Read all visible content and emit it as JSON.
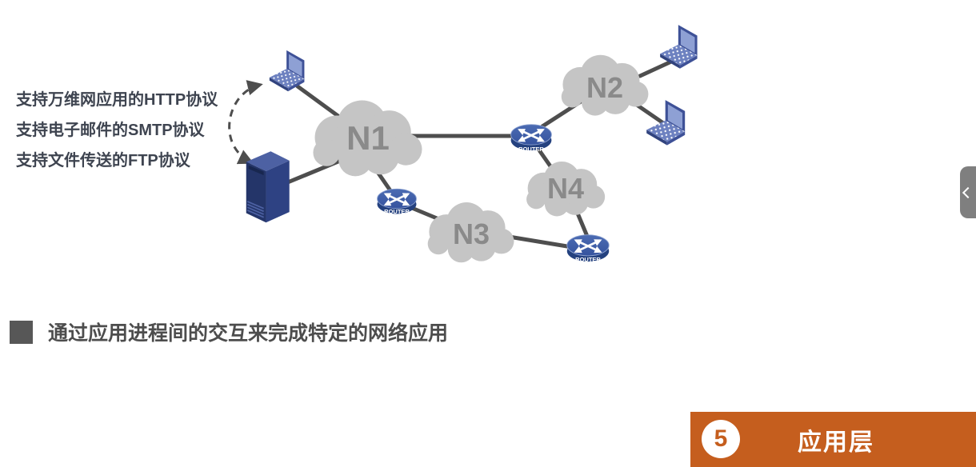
{
  "slide": {
    "background": "#ffffff"
  },
  "protocol_notes": {
    "lines": [
      "支持万维网应用的HTTP协议",
      "支持电子邮件的SMTP协议",
      "支持文件传送的FTP协议"
    ]
  },
  "bullet": {
    "text": "通过应用进程间的交互来完成特定的网络应用"
  },
  "banner": {
    "number": "5",
    "label": "应用层",
    "accent_color": "#c55e1e"
  },
  "diagram": {
    "clouds": [
      {
        "label": "N1"
      },
      {
        "label": "N2"
      },
      {
        "label": "N3"
      },
      {
        "label": "N4"
      }
    ],
    "routers": [
      {
        "label": "ROUTER"
      },
      {
        "label": "ROUTER"
      },
      {
        "label": "ROUTER"
      }
    ],
    "colors": {
      "cloud": "#c5c5c5",
      "cloud_label": "#8a8a8a",
      "link_line": "#4e4e4e",
      "device_blue": "#3e5197",
      "server_navy": "#243569"
    }
  }
}
